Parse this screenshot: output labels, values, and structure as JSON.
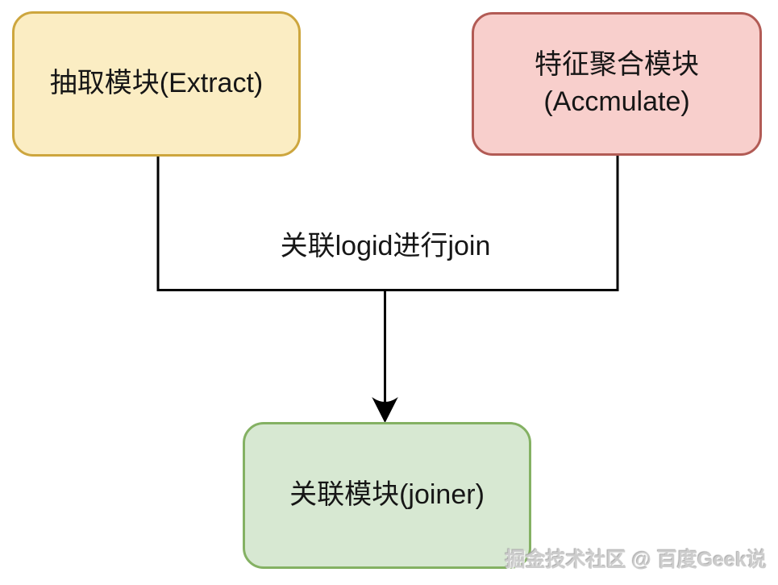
{
  "diagram": {
    "background_color": "#ffffff",
    "line_color": "#000000",
    "nodes": [
      {
        "id": "extract",
        "label": "抽取模块(Extract)",
        "fill": "#FBEDC3",
        "border": "#CDA63E"
      },
      {
        "id": "accumulate",
        "label_line1": "特征聚合模块",
        "label_line2": "(Accmulate)",
        "fill": "#F8CFCC",
        "border": "#B25B55"
      },
      {
        "id": "joiner",
        "label": "关联模块(joiner)",
        "fill": "#D7E8D2",
        "border": "#84B163"
      }
    ],
    "edges": [
      {
        "from": "extract",
        "to": "joiner",
        "label": "关联logid进行join"
      },
      {
        "from": "accumulate",
        "to": "joiner",
        "label": "关联logid进行join"
      }
    ],
    "edge_label": "关联logid进行join"
  },
  "watermark": {
    "text": "掘金技术社区 @ 百度Geek说",
    "color": "#cdcdcd"
  }
}
